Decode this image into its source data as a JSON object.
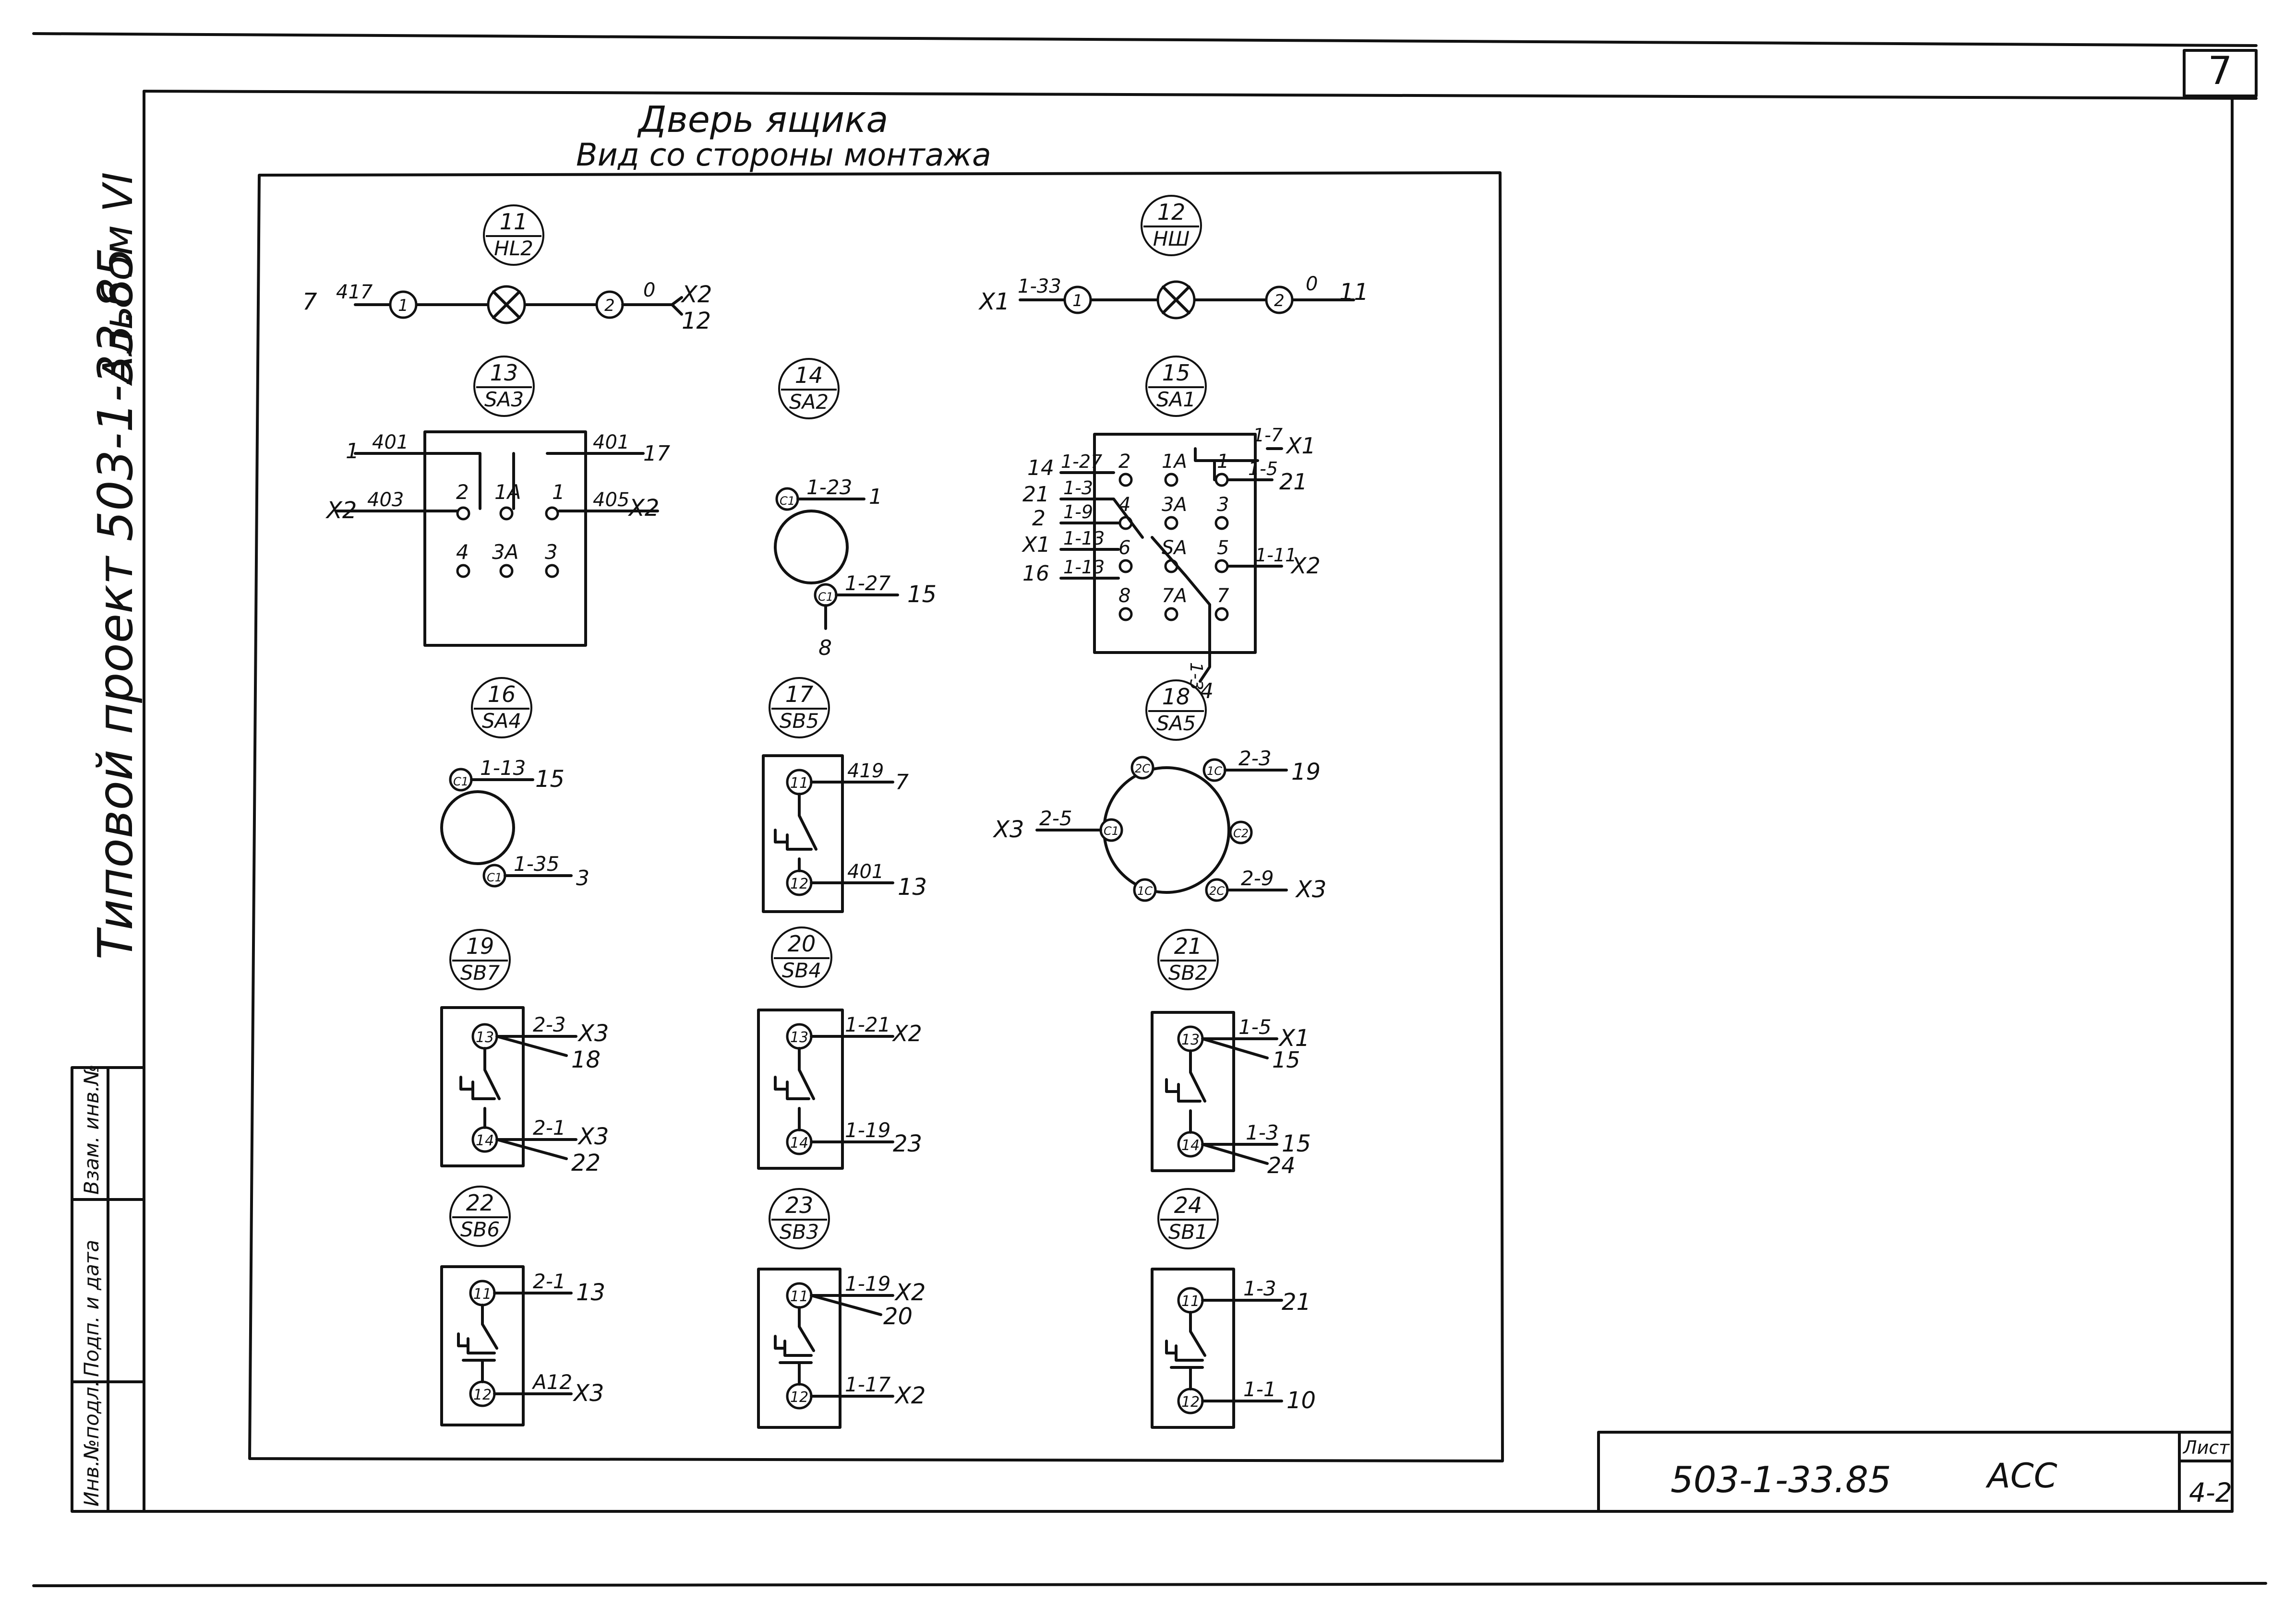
{
  "sheet": {
    "page_number": "7",
    "title_line1": "Дверь ящика",
    "title_line2": "Вид со стороны монтажа",
    "side_project": "Типовой проект 503-1-33.85",
    "side_album": "Альбом VI",
    "stamp_labels": [
      "Инв.№подл.",
      "Подп. и дата",
      "Взам. инв.№"
    ],
    "titleblock": {
      "code": "503-1-33.85",
      "mark": "АСС",
      "sheet_label": "Лист",
      "sheet_number": "4-2"
    }
  },
  "devices": [
    {
      "num": "11",
      "code": "HL2"
    },
    {
      "num": "12",
      "code": "НШ"
    },
    {
      "num": "13",
      "code": "SA3"
    },
    {
      "num": "14",
      "code": "SA2"
    },
    {
      "num": "15",
      "code": "SA1"
    },
    {
      "num": "16",
      "code": "SA4"
    },
    {
      "num": "17",
      "code": "SB5"
    },
    {
      "num": "18",
      "code": "SA5"
    },
    {
      "num": "19",
      "code": "SB7"
    },
    {
      "num": "20",
      "code": "SB4"
    },
    {
      "num": "21",
      "code": "SB2"
    },
    {
      "num": "22",
      "code": "SB6"
    },
    {
      "num": "23",
      "code": "SB3"
    },
    {
      "num": "24",
      "code": "SB1"
    }
  ],
  "wires": {
    "hl2": {
      "t1": "1",
      "t2": "2",
      "w1": "417",
      "d1": "7",
      "w2": "0",
      "d2": "X2",
      "d2b": "12"
    },
    "hsh": {
      "t1": "1",
      "t2": "2",
      "w1": "1-33",
      "d1": "X1",
      "w2": "0",
      "d2": "11"
    },
    "sa3": {
      "contacts": [
        "2",
        "1А",
        "1",
        "4",
        "3А",
        "3"
      ],
      "wires": [
        {
          "w": "401",
          "d": "1"
        },
        {
          "w": "401",
          "d": "17"
        },
        {
          "w": "403",
          "d": "X2"
        },
        {
          "w": "405",
          "d": "X2"
        }
      ]
    },
    "sa2": {
      "c1": "С1",
      "c2": "С1",
      "w1": "1-23",
      "d1": "1",
      "w2": "1-27",
      "d2": "15",
      "d3": "8"
    },
    "sa1": {
      "contacts": [
        "2",
        "1А",
        "1",
        "4",
        "3А",
        "3",
        "6",
        "SA",
        "5",
        "8",
        "7А",
        "7"
      ],
      "left": [
        {
          "d": "14",
          "w": "1-27"
        },
        {
          "d": "21",
          "w": "1-3"
        },
        {
          "d": "2",
          "w": "1-9"
        },
        {
          "d": "X1",
          "w": "1-13"
        },
        {
          "d": "16",
          "w": "1-13"
        }
      ],
      "right": [
        {
          "w": "1-7",
          "d": "X1"
        },
        {
          "w": "1-5",
          "d": "21"
        },
        {
          "w": "1-11",
          "d": "X2"
        }
      ],
      "bottom": {
        "w": "1-3",
        "d": "4"
      }
    },
    "sa4": {
      "c1": "С1",
      "c2": "С1",
      "w1": "1-13",
      "d1": "15",
      "w2": "1-35",
      "d2": "3"
    },
    "sb5": {
      "t1": "11",
      "t2": "12",
      "w1": "419",
      "d1": "7",
      "w2": "401",
      "d2": "13"
    },
    "sa5": {
      "contacts": [
        "2С",
        "1С",
        "С1",
        "С2",
        "1С",
        "2С"
      ],
      "w_left": "2-5",
      "d_left": "X3",
      "w_tr": "2-3",
      "d_tr": "19",
      "w_br": "2-9",
      "d_br": "X3"
    },
    "sb7": {
      "t1": "13",
      "t2": "14",
      "w1": "2-3",
      "d1": "X3",
      "d1b": "18",
      "w2": "2-1",
      "d2": "X3",
      "d2b": "22"
    },
    "sb4": {
      "t1": "13",
      "t2": "14",
      "w1": "1-21",
      "d1": "X2",
      "w2": "1-19",
      "d2": "23"
    },
    "sb2": {
      "t1": "13",
      "t2": "14",
      "w1": "1-5",
      "d1": "X1",
      "d1b": "15",
      "w2": "1-3",
      "d2": "15",
      "d2b": "24"
    },
    "sb6": {
      "t1": "11",
      "t2": "12",
      "w1": "2-1",
      "d1": "13",
      "w2": "А12",
      "d2": "X3"
    },
    "sb3": {
      "t1": "11",
      "t2": "12",
      "w1": "1-19",
      "d1": "X2",
      "d1b": "20",
      "w2": "1-17",
      "d2": "X2"
    },
    "sb1": {
      "t1": "11",
      "t2": "12",
      "w1": "1-3",
      "d1": "21",
      "w2": "1-1",
      "d2": "10"
    }
  }
}
